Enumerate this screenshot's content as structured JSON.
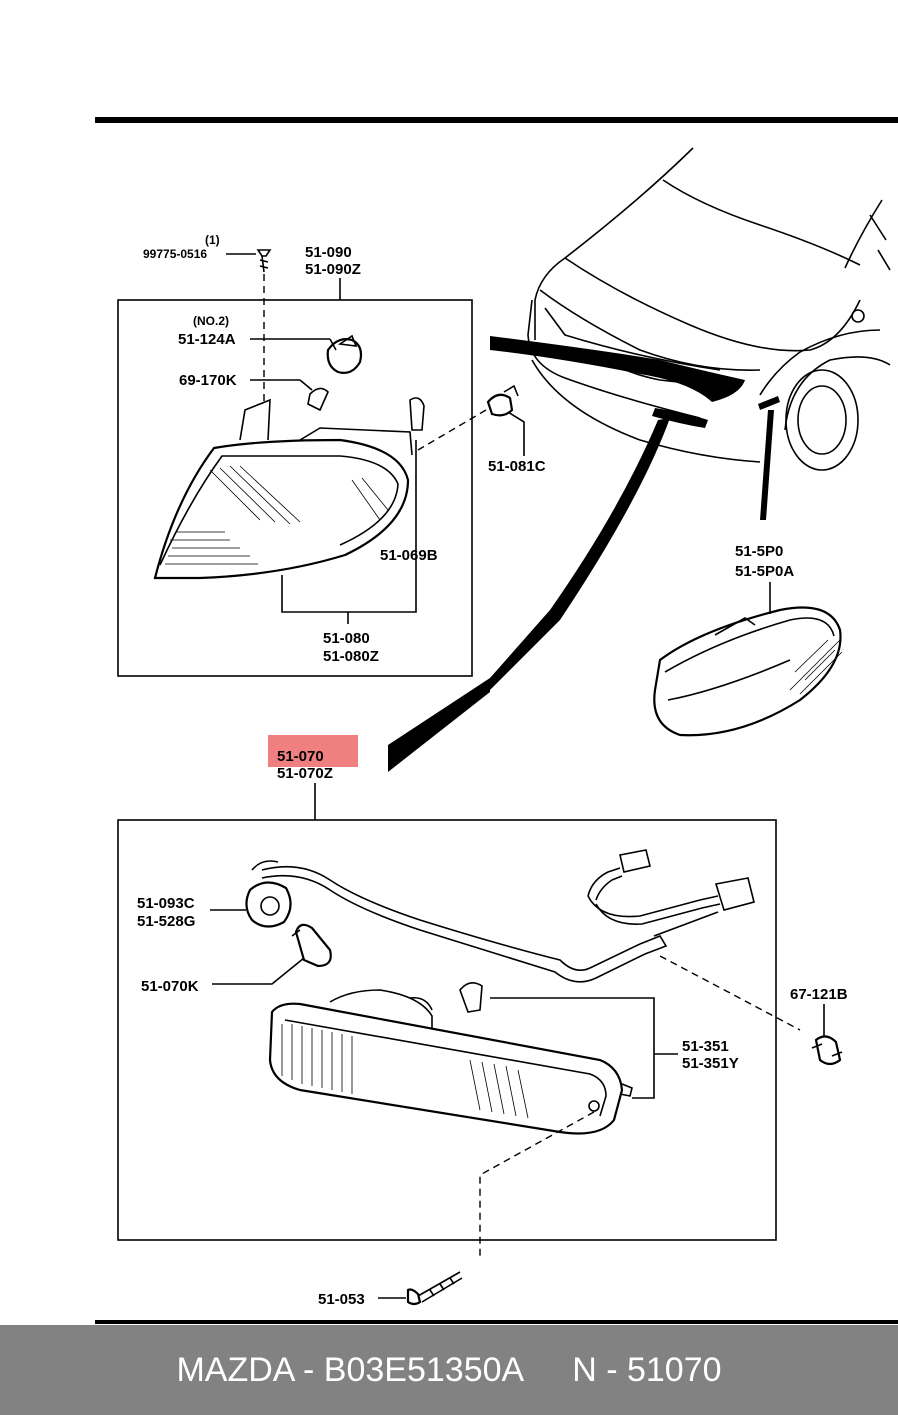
{
  "labels": {
    "screw_qty": "(1)",
    "screw_part": "99775-0516",
    "assy_upper_1": "51-090",
    "assy_upper_2": "51-090Z",
    "bulb_qty": "(NO.2)",
    "bulb_upper": "51-124A",
    "socket_upper": "69-170K",
    "clip_upper": "51-081C",
    "spring_upper": "51-069B",
    "lens_upper_1": "51-080",
    "lens_upper_2": "51-080Z",
    "side_marker_1": "51-5P0",
    "side_marker_2": "51-5P0A",
    "assy_lower_1": "51-070",
    "assy_lower_2": "51-070Z",
    "socket_lower_1": "51-093C",
    "socket_lower_2": "51-528G",
    "bulb_lower": "51-070K",
    "clip_lower": "67-121B",
    "lens_lower_1": "51-351",
    "lens_lower_2": "51-351Y",
    "screw_lower": "51-053"
  },
  "highlight_color": "#f08080",
  "footer": {
    "left": "MAZDA - B03E51350A",
    "right": "N - 51070"
  }
}
